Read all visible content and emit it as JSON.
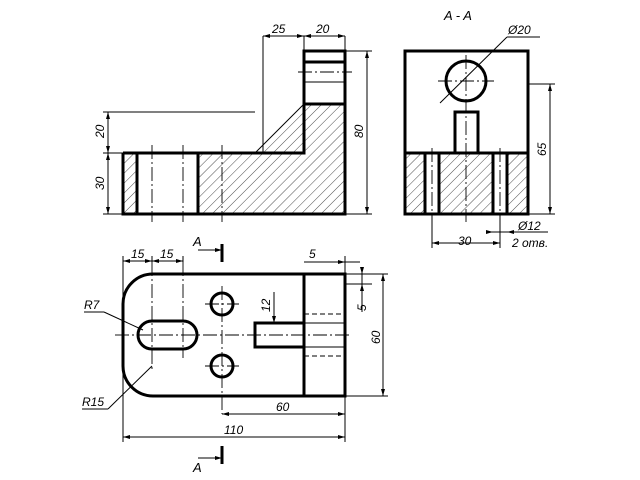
{
  "front_view": {
    "dims": {
      "d25": "25",
      "d20_top": "20",
      "d20_left": "20",
      "d30_left": "30",
      "d80": "80"
    }
  },
  "section_view": {
    "title": "A - A",
    "dims": {
      "d20_dia": "Ø20",
      "d65": "65",
      "d30": "30",
      "d12_dia": "Ø12",
      "holes_note": "2 отв."
    }
  },
  "top_view": {
    "section_mark": "A",
    "dims": {
      "d15_a": "15",
      "d15_b": "15",
      "r7": "R7",
      "r15": "R15",
      "d5_top": "5",
      "d5_side": "5",
      "d12": "12",
      "d60_vert": "60",
      "d60_horiz": "60",
      "d110": "110"
    }
  }
}
